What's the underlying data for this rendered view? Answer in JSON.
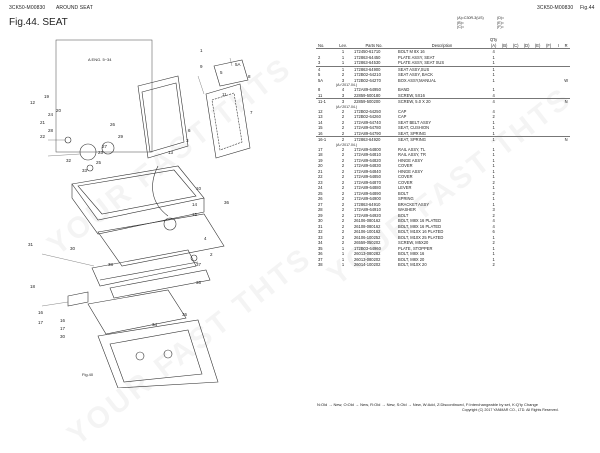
{
  "header": {
    "doc_code_left": "3CK50-M00830",
    "section": "AROUND SEAT",
    "doc_code_right": "3CK50-M00830",
    "fig_ref": "Fig.44",
    "title": "Fig.44.  SEAT"
  },
  "watermark": "YOUR FAST THTS",
  "diagram": {
    "inset_label": "A  ENG. 5~34",
    "fig_label": "Fig.40",
    "callouts": [
      "1",
      "9",
      "5",
      "11",
      "3",
      "5A",
      "8",
      "7",
      "24",
      "28",
      "22",
      "21",
      "20",
      "19",
      "12",
      "26",
      "29",
      "27",
      "23",
      "25",
      "32",
      "33",
      "13",
      "14",
      "15",
      "10",
      "4",
      "2",
      "18",
      "16",
      "17",
      "30",
      "31",
      "38",
      "37",
      "35",
      "36",
      "34",
      "6",
      "36",
      "16",
      "17",
      "30"
    ]
  },
  "model_lines": {
    "a": "(A)=C30R-3(US)",
    "b": "(B)=",
    "c": "(C)=",
    "d": "(D)=",
    "e": "(E)=",
    "f": "(F)="
  },
  "table": {
    "headers": {
      "no": "No.",
      "lev": "Lev.",
      "parts_no": "Parts No.",
      "description": "Description",
      "qty": "Q'ty",
      "qa": "(A)",
      "qb": "(B)",
      "qc": "(C)",
      "qd": "(D)",
      "qe": "(E)",
      "qf": "(F)",
      "i": "I",
      "r": "R"
    },
    "rows": [
      {
        "no": "",
        "lev": "1",
        "pn": "172450-61710",
        "desc": "BOLT M 8X 16",
        "q": "4",
        "r": ""
      },
      {
        "no": "2",
        "lev": "1",
        "pn": "172863-64450",
        "desc": "PLATE ASSY, SEAT",
        "q": "1",
        "r": ""
      },
      {
        "no": "3",
        "lev": "1",
        "pn": "172863-64530",
        "desc": "PLATE ASSY, SEAT SUS",
        "q": "1",
        "r": "",
        "rule": true
      },
      {
        "no": "4",
        "lev": "1",
        "pn": "172863-64900",
        "desc": "SEAT ASSY,SUS",
        "q": "1",
        "r": ""
      },
      {
        "no": "5",
        "lev": "2",
        "pn": "172B02-64210",
        "desc": "SEAT ASSY, BACK",
        "q": "1",
        "r": ""
      },
      {
        "no": "5A",
        "lev": "3",
        "pn": "172B02-64270",
        "desc": "BOX ASSY,MANUAL",
        "q": "1",
        "r": "W"
      },
      {
        "note": "(A>'2017.04.)"
      },
      {
        "no": "8",
        "lev": "4",
        "pn": "172A89-64950",
        "desc": "BAND",
        "q": "1",
        "r": ""
      },
      {
        "no": "11",
        "lev": "3",
        "pn": "22859-500180",
        "desc": "SCREW, 5X16",
        "q": "4",
        "r": "",
        "rule": true
      },
      {
        "no": "11-1",
        "lev": "3",
        "pn": "22859-500200",
        "desc": "SCREW,  5.0 X 20",
        "q": "4",
        "r": "N"
      },
      {
        "note": "(A>'2017.04.)"
      },
      {
        "no": "12",
        "lev": "2",
        "pn": "172B02-64250",
        "desc": "CAP",
        "q": "4",
        "r": ""
      },
      {
        "no": "13",
        "lev": "2",
        "pn": "172B02-64260",
        "desc": "CAP",
        "q": "2",
        "r": ""
      },
      {
        "no": "14",
        "lev": "2",
        "pn": "172A89-64740",
        "desc": "SEAT BELT ASSY",
        "q": "1",
        "r": ""
      },
      {
        "no": "15",
        "lev": "2",
        "pn": "172A89-64780",
        "desc": "SEAT, CUSHION",
        "q": "1",
        "r": ""
      },
      {
        "no": "16",
        "lev": "2",
        "pn": "172A89-64790",
        "desc": "SEAT, SPRING",
        "q": "1",
        "r": "",
        "rule": true
      },
      {
        "no": "16-1",
        "lev": "2",
        "pn": "172863-64920",
        "desc": "SEAT, SPRING",
        "q": "1",
        "r": "N"
      },
      {
        "note": "(A>'2017.04.)"
      },
      {
        "no": "17",
        "lev": "2",
        "pn": "172A89-64800",
        "desc": "RAIL ASSY, TL",
        "q": "1",
        "r": ""
      },
      {
        "no": "18",
        "lev": "2",
        "pn": "172A89-64810",
        "desc": "RAIL ASSY, TR",
        "q": "1",
        "r": ""
      },
      {
        "no": "19",
        "lev": "2",
        "pn": "172A89-64820",
        "desc": "HINGE ASSY",
        "q": "1",
        "r": ""
      },
      {
        "no": "20",
        "lev": "2",
        "pn": "172A89-64830",
        "desc": "COVER",
        "q": "1",
        "r": ""
      },
      {
        "no": "21",
        "lev": "2",
        "pn": "172A89-64840",
        "desc": "HINGE ASSY",
        "q": "1",
        "r": ""
      },
      {
        "no": "22",
        "lev": "2",
        "pn": "172A89-64850",
        "desc": "COVER",
        "q": "1",
        "r": ""
      },
      {
        "no": "23",
        "lev": "2",
        "pn": "172A89-64870",
        "desc": "COVER",
        "q": "2",
        "r": ""
      },
      {
        "no": "24",
        "lev": "2",
        "pn": "172A89-64880",
        "desc": "LEVER",
        "q": "1",
        "r": ""
      },
      {
        "no": "25",
        "lev": "2",
        "pn": "172A89-64890",
        "desc": "BOLT",
        "q": "2",
        "r": ""
      },
      {
        "no": "26",
        "lev": "2",
        "pn": "172A89-64900",
        "desc": "SPRING",
        "q": "1",
        "r": ""
      },
      {
        "no": "27",
        "lev": "2",
        "pn": "172863-64910",
        "desc": "BRACKET ASSY",
        "q": "1",
        "r": ""
      },
      {
        "no": "28",
        "lev": "2",
        "pn": "172A89-64910",
        "desc": "WASHER",
        "q": "3",
        "r": ""
      },
      {
        "no": "29",
        "lev": "2",
        "pn": "172A89-64920",
        "desc": "BOLT",
        "q": "2",
        "r": ""
      },
      {
        "no": "30",
        "lev": "2",
        "pn": "26106-080162",
        "desc": "BOLT, M8X 16 PLATED",
        "q": "4",
        "r": ""
      },
      {
        "no": "31",
        "lev": "2",
        "pn": "26108-080162",
        "desc": "BOLT, M8X 16 PLATED",
        "q": "4",
        "r": ""
      },
      {
        "no": "32",
        "lev": "2",
        "pn": "26106-100162",
        "desc": "BOLT, M10X 16 PLATED",
        "q": "6",
        "r": ""
      },
      {
        "no": "33",
        "lev": "2",
        "pn": "26106-100252",
        "desc": "BOLT, M10X 25 PLATED",
        "q": "1",
        "r": ""
      },
      {
        "no": "34",
        "lev": "2",
        "pn": "26559-050202",
        "desc": "SCREW, M5X20",
        "q": "2",
        "r": ""
      },
      {
        "no": "35",
        "lev": "1",
        "pn": "172B03-64960",
        "desc": "PLATE, STOPPER",
        "q": "1",
        "r": ""
      },
      {
        "no": "36",
        "lev": "1",
        "pn": "26013-080282",
        "desc": "BOLT, M8X 16",
        "q": "1",
        "r": ""
      },
      {
        "no": "37",
        "lev": "1",
        "pn": "26013-080202",
        "desc": "BOLT, M8X 20",
        "q": "1",
        "r": ""
      },
      {
        "no": "38",
        "lev": "1",
        "pn": "26014-100202",
        "desc": "BOLT, M10X 20",
        "q": "2",
        "r": ""
      }
    ]
  },
  "footer": {
    "legend": "N:Old → New, O:Old → New, R:Old → New, S:Old → New, W:Add, Z:Discontinued, F:Interchangeable by set, K:Q'ty Change",
    "copyright": "Copyright (C) 2017 YANMAR CO., LTD. All Rights Reserved."
  }
}
